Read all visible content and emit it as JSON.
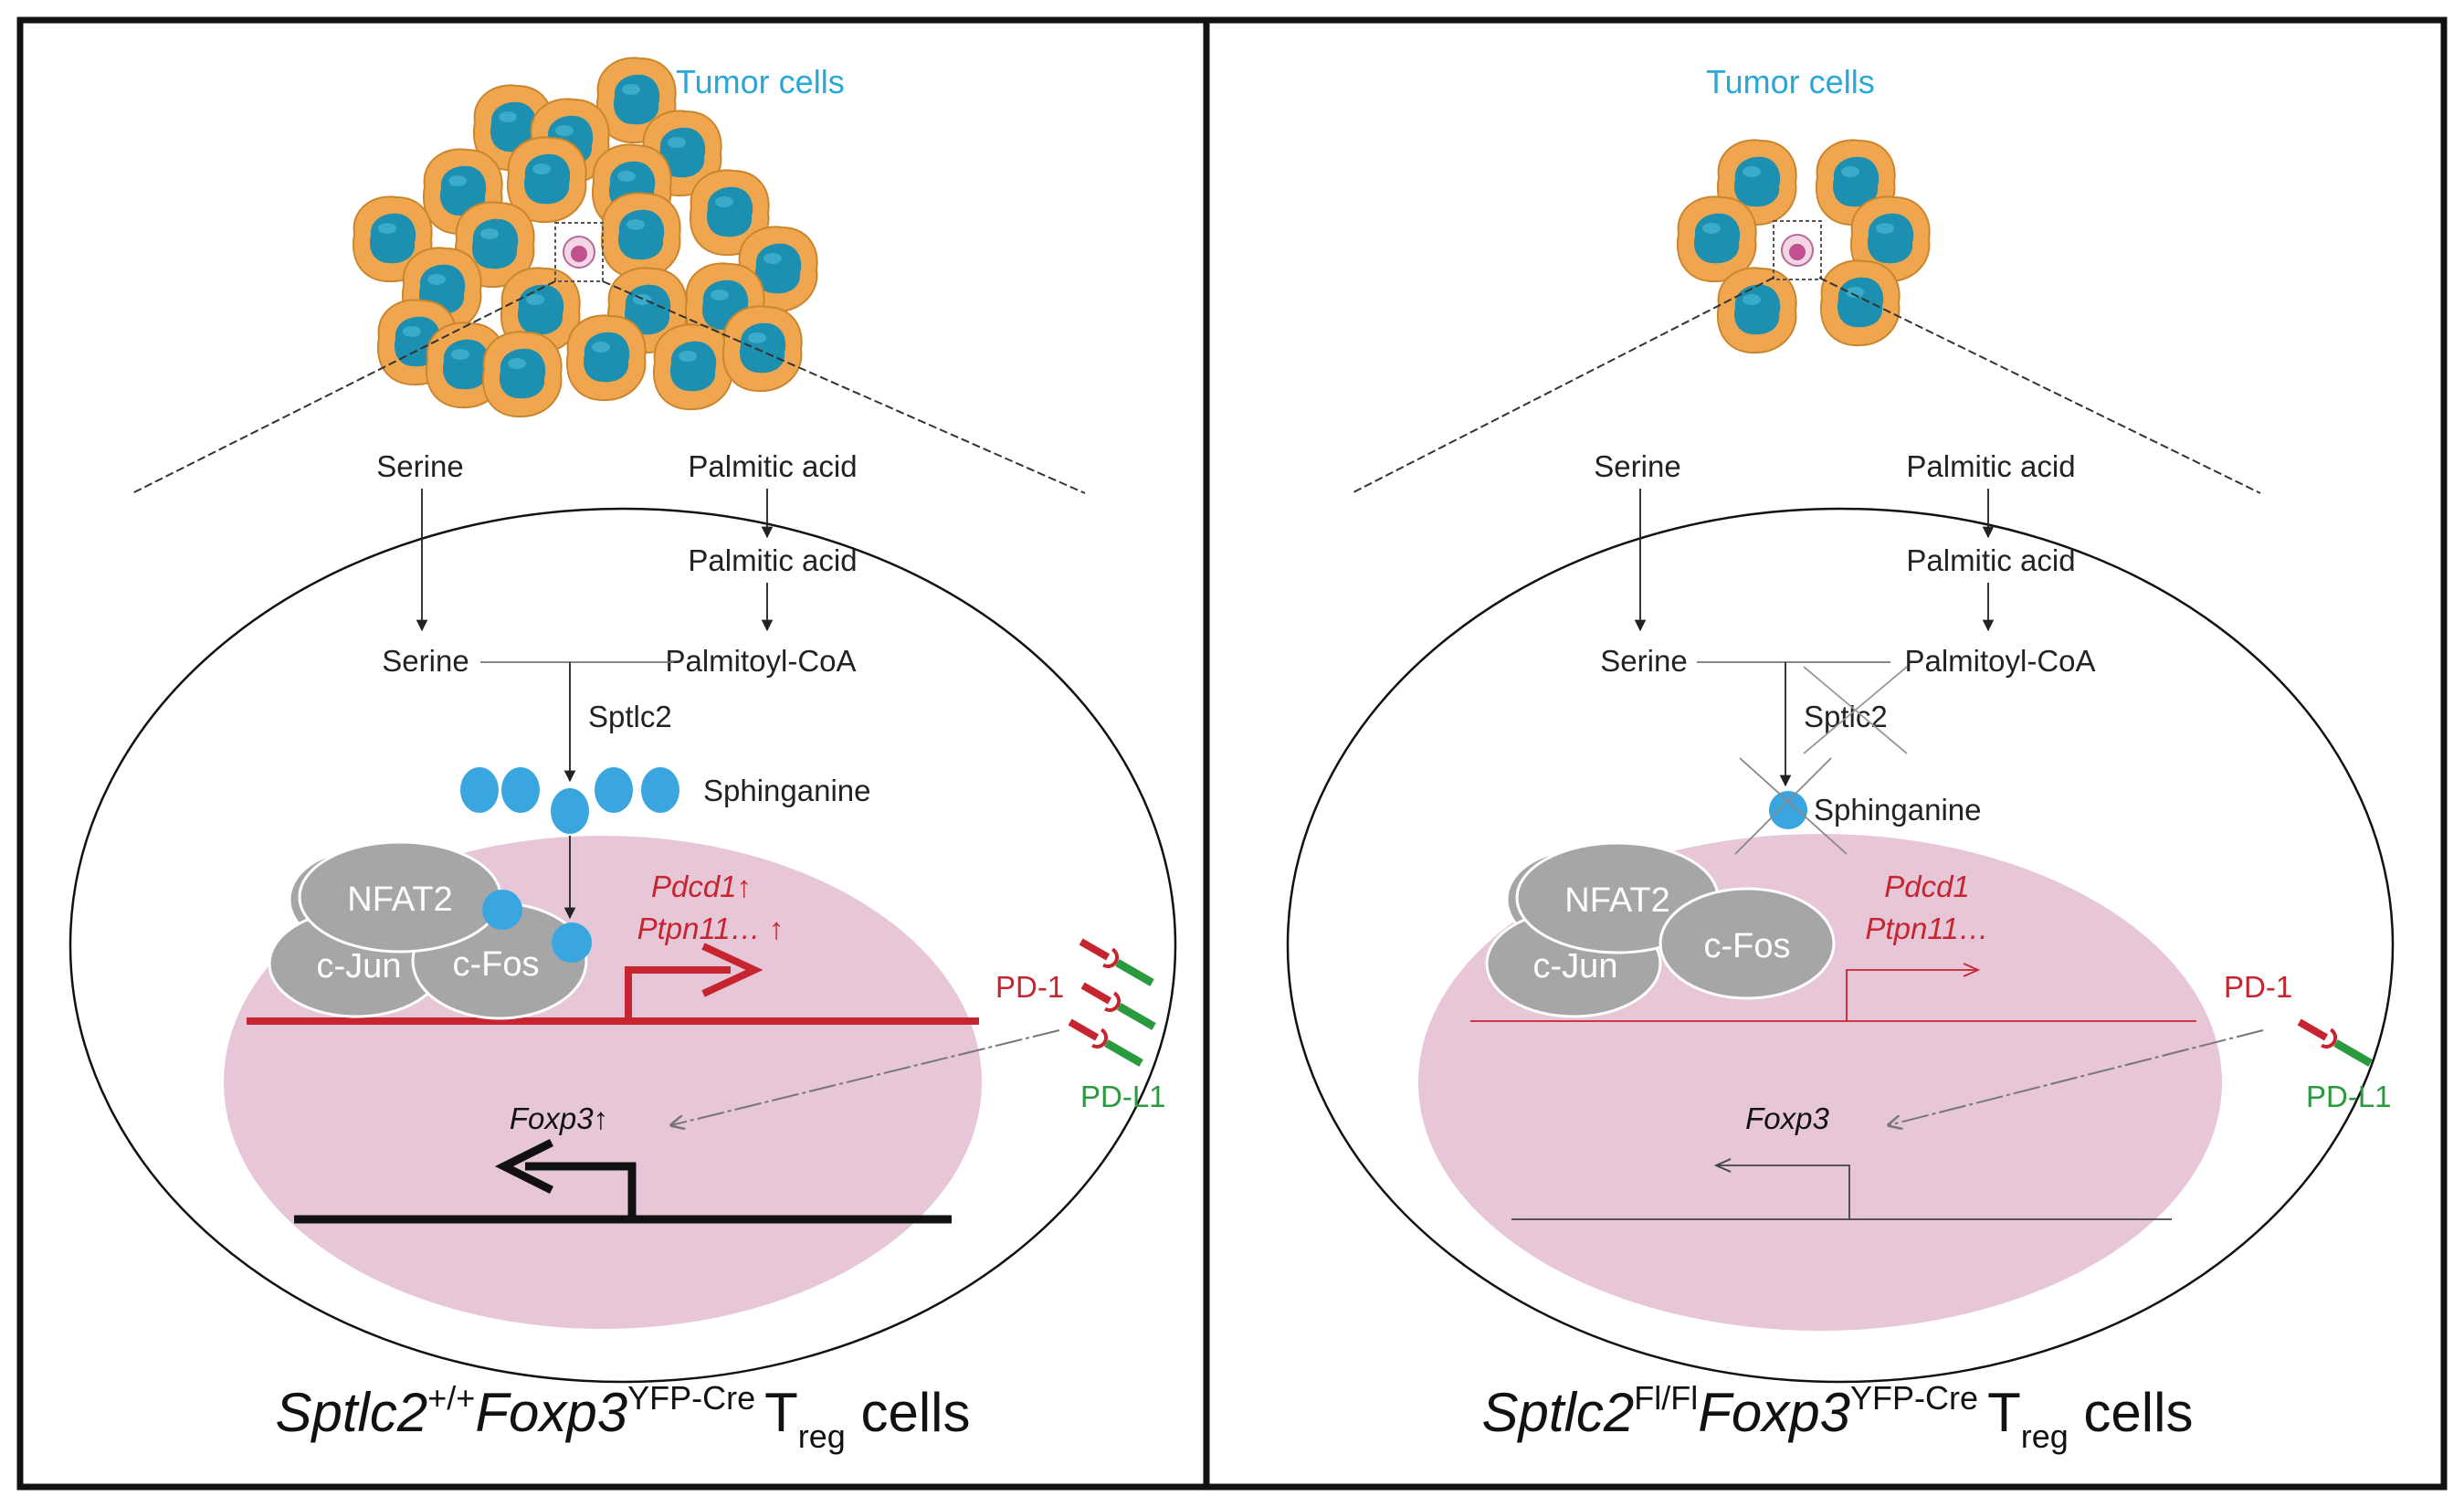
{
  "left_panel": {
    "tumor_label": "Tumor cells",
    "serine_outside": "Serine",
    "palmitic_outside": "Palmitic acid",
    "palmitic_inside": "Palmitic acid",
    "serine_inside": "Serine",
    "palmitoyl": "Palmitoyl-CoA",
    "enzyme": "Sptlc2",
    "sphinganine": "Sphinganine",
    "nfat2": "NFAT2",
    "cjun": "c-Jun",
    "cfos": "c-Fos",
    "gene1": "Pdcd1↑",
    "gene2": "Ptpn11… ↑",
    "pd1": "PD-1",
    "pdl1": "PD-L1",
    "foxp3": "Foxp3↑",
    "caption": {
      "gene": "Sptlc2",
      "gene_sup": "+/+",
      "reporter": "Foxp3",
      "reporter_sup": "YFP-Cre",
      "cell": "T",
      "cell_sub": "reg",
      "suffix": " cells"
    }
  },
  "right_panel": {
    "tumor_label": "Tumor cells",
    "serine_outside": "Serine",
    "palmitic_outside": "Palmitic acid",
    "palmitic_inside": "Palmitic acid",
    "serine_inside": "Serine",
    "palmitoyl": "Palmitoyl-CoA",
    "enzyme": "Sptlc2",
    "sphinganine": "Sphinganine",
    "nfat2": "NFAT2",
    "cjun": "c-Jun",
    "cfos": "c-Fos",
    "gene1": "Pdcd1",
    "gene2": "Ptpn11…",
    "pd1": "PD-1",
    "pdl1": "PD-L1",
    "foxp3": "Foxp3",
    "caption": {
      "gene": "Sptlc2",
      "gene_sup": "Fl/Fl",
      "reporter": "Foxp3",
      "reporter_sup": "YFP-Cre",
      "cell": "T",
      "cell_sub": "reg",
      "suffix": " cells"
    }
  },
  "colors": {
    "tumor_cell": "#f0a64e",
    "tumor_nucleus": "#1d8fb0",
    "nucleus_region": "#e7c6d8",
    "sphinganine": "#3aa6e0",
    "protein": "#a6a6a6",
    "gene_line": "#c62530",
    "pdl1": "#2b9a3e",
    "treg": "#c0508e"
  }
}
